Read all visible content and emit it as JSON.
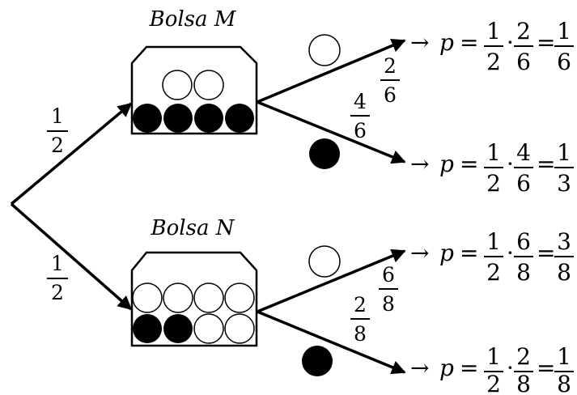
{
  "bags": [
    {
      "title": "Bolsa M",
      "white_balls": 2,
      "black_balls": 4
    },
    {
      "title": "Bolsa N",
      "white_balls": 6,
      "black_balls": 2
    }
  ],
  "first_branches": [
    {
      "num": "1",
      "den": "2"
    },
    {
      "num": "1",
      "den": "2"
    }
  ],
  "second_branches": [
    {
      "bag": "M",
      "ball": "white",
      "num": "2",
      "den": "6"
    },
    {
      "bag": "M",
      "ball": "black",
      "num": "4",
      "den": "6"
    },
    {
      "bag": "N",
      "ball": "white",
      "num": "6",
      "den": "8"
    },
    {
      "bag": "N",
      "ball": "black",
      "num": "2",
      "den": "8"
    }
  ],
  "results": [
    {
      "arrow": "→",
      "p": "p",
      "eq1": "=",
      "dot": "·",
      "eq2": "=",
      "a_num": "1",
      "a_den": "2",
      "b_num": "2",
      "b_den": "6",
      "r_num": "1",
      "r_den": "6"
    },
    {
      "arrow": "→",
      "p": "p",
      "eq1": "=",
      "dot": "·",
      "eq2": "=",
      "a_num": "1",
      "a_den": "2",
      "b_num": "4",
      "b_den": "6",
      "r_num": "1",
      "r_den": "3"
    },
    {
      "arrow": "→",
      "p": "p",
      "eq1": "=",
      "dot": "·",
      "eq2": "=",
      "a_num": "1",
      "a_den": "2",
      "b_num": "6",
      "b_den": "8",
      "r_num": "3",
      "r_den": "8"
    },
    {
      "arrow": "→",
      "p": "p",
      "eq1": "=",
      "dot": "·",
      "eq2": "=",
      "a_num": "1",
      "a_den": "2",
      "b_num": "2",
      "b_den": "8",
      "r_num": "1",
      "r_den": "8"
    }
  ],
  "colors": {
    "ink": "#000000",
    "paper": "#ffffff"
  }
}
